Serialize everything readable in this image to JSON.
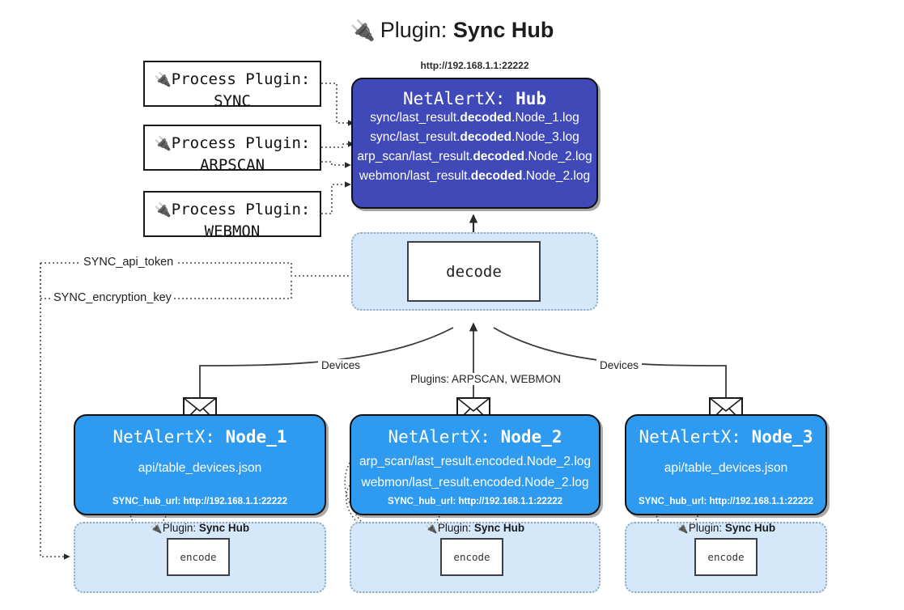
{
  "title": {
    "icon": "plug-icon",
    "prefix": "Plugin:",
    "name": "Sync Hub"
  },
  "process_plugins": [
    {
      "icon": "plug-icon",
      "line1": "Process Plugin:",
      "line2": "SYNC"
    },
    {
      "icon": "plug-icon",
      "line1": "Process Plugin:",
      "line2": "ARPSCAN"
    },
    {
      "icon": "plug-icon",
      "line1": "Process Plugin:",
      "line2": "WEBMON"
    }
  ],
  "hub": {
    "url": "http://192.168.1.1:22222",
    "title_prefix": "NetAlertX:",
    "title_name": "Hub",
    "logs": [
      {
        "pre": "sync/last_result.",
        "mid": "decoded",
        "post": ".Node_1.log"
      },
      {
        "pre": "sync/last_result.",
        "mid": "decoded",
        "post": ".Node_3.log"
      },
      {
        "pre": "arp_scan/last_result.",
        "mid": "decoded",
        "post": ".Node_2.log"
      },
      {
        "pre": "webmon/last_result.",
        "mid": "decoded",
        "post": ".Node_2.log"
      }
    ]
  },
  "decode": {
    "label": "decode"
  },
  "config": {
    "api_token": "SYNC_api_token",
    "encryption_key": "SYNC_encryption_key"
  },
  "edges": {
    "devices_left": "Devices",
    "plugins_center": "Plugins: ARPSCAN, WEBMON",
    "devices_right": "Devices"
  },
  "nodes": [
    {
      "title_prefix": "NetAlertX:",
      "title_name": "Node_1",
      "lines": [
        "api/table_devices.json"
      ],
      "hub_url": "SYNC_hub_url: http://192.168.1.1:22222"
    },
    {
      "title_prefix": "NetAlertX:",
      "title_name": "Node_2",
      "lines": [
        "arp_scan/last_result.encoded.Node_2.log",
        "webmon/last_result.encoded.Node_2.log"
      ],
      "hub_url": "SYNC_hub_url: http://192.168.1.1:22222"
    },
    {
      "title_prefix": "NetAlertX:",
      "title_name": "Node_3",
      "lines": [
        "api/table_devices.json"
      ],
      "hub_url": "SYNC_hub_url: http://192.168.1.1:22222"
    }
  ],
  "encoders": [
    {
      "icon": "plug-icon",
      "prefix": "Plugin:",
      "name": "Sync Hub",
      "box_label": "encode"
    },
    {
      "icon": "plug-icon",
      "prefix": "Plugin:",
      "name": "Sync Hub",
      "box_label": "encode"
    },
    {
      "icon": "plug-icon",
      "prefix": "Plugin:",
      "name": "Sync Hub",
      "box_label": "encode"
    }
  ],
  "colors": {
    "hub_fill": "#4049b8",
    "node_fill": "#2e9bf0",
    "container_fill": "#d4e8fa",
    "stroke": "#111111",
    "white": "#ffffff"
  }
}
